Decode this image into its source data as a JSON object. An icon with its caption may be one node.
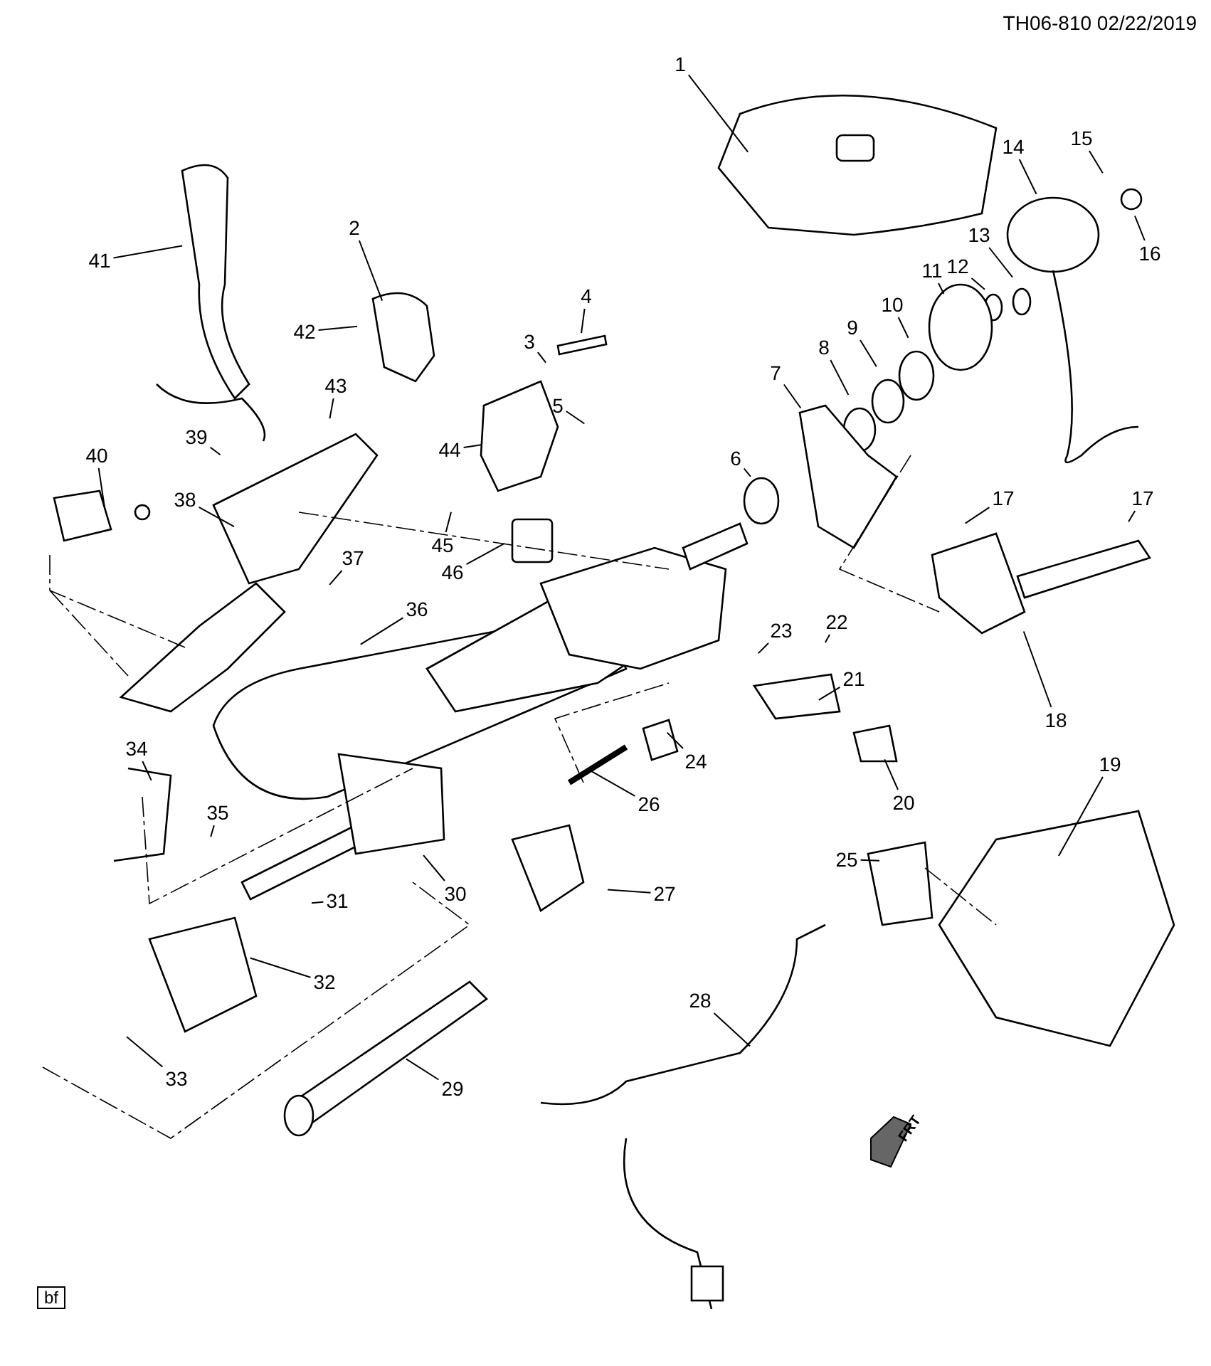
{
  "diagram": {
    "nodes": [
      {
        "text": [
          "1"
        ]
      },
      {
        "text": [
          "2"
        ]
      },
      {
        "text": [
          "3"
        ]
      },
      {
        "text": [
          "4"
        ]
      },
      {
        "text": [
          "5"
        ]
      },
      {
        "text": [
          "6"
        ]
      },
      {
        "text": [
          "7"
        ]
      },
      {
        "text": [
          "8"
        ]
      },
      {
        "text": [
          "9"
        ]
      },
      {
        "text": [
          "10"
        ]
      },
      {
        "text": [
          "11"
        ]
      },
      {
        "text": [
          "12"
        ]
      },
      {
        "text": [
          "13"
        ]
      },
      {
        "text": [
          "14"
        ]
      },
      {
        "text": [
          "15"
        ]
      },
      {
        "text": [
          "16"
        ]
      },
      {
        "text": [
          "17"
        ]
      },
      {
        "text": [
          "17"
        ]
      },
      {
        "text": [
          "18"
        ]
      },
      {
        "text": [
          "19"
        ]
      },
      {
        "text": [
          "20"
        ]
      },
      {
        "text": [
          "21"
        ]
      },
      {
        "text": [
          "22"
        ]
      },
      {
        "text": [
          "23"
        ]
      },
      {
        "text": [
          "24"
        ]
      },
      {
        "text": [
          "25"
        ]
      },
      {
        "text": [
          "26"
        ]
      },
      {
        "text": [
          "27"
        ]
      },
      {
        "text": [
          "28"
        ]
      },
      {
        "text": [
          "29"
        ]
      },
      {
        "text": [
          "30"
        ]
      },
      {
        "text": [
          "31"
        ]
      },
      {
        "text": [
          "32"
        ]
      },
      {
        "text": [
          "33"
        ]
      },
      {
        "text": [
          "34"
        ]
      },
      {
        "text": [
          "35"
        ]
      },
      {
        "text": [
          "36"
        ]
      },
      {
        "text": [
          "37"
        ]
      },
      {
        "text": [
          "38"
        ]
      },
      {
        "text": [
          "39"
        ]
      },
      {
        "text": [
          "40"
        ]
      },
      {
        "text": [
          "41"
        ]
      },
      {
        "text": [
          "42"
        ]
      },
      {
        "text": [
          "43"
        ]
      },
      {
        "text": [
          "44"
        ]
      },
      {
        "text": [
          "45"
        ]
      },
      {
        "text": [
          "46"
        ]
      }
    ],
    "edges": [
      {
        "from": 0,
        "to": null,
        "arrow": "none"
      },
      {
        "from": 1,
        "to": null,
        "arrow": "none"
      },
      {
        "from": 2,
        "to": null,
        "arrow": "none"
      },
      {
        "from": 3,
        "to": null,
        "arrow": "none"
      },
      {
        "from": 4,
        "to": null,
        "arrow": "none"
      },
      {
        "from": 5,
        "to": null,
        "arrow": "none"
      },
      {
        "from": 6,
        "to": null,
        "arrow": "none"
      },
      {
        "from": 7,
        "to": null,
        "arrow": "none"
      },
      {
        "from": 8,
        "to": null,
        "arrow": "none"
      },
      {
        "from": 9,
        "to": null,
        "arrow": "none"
      },
      {
        "from": 10,
        "to": null,
        "arrow": "none"
      },
      {
        "from": 11,
        "to": null,
        "arrow": "none"
      },
      {
        "from": 12,
        "to": null,
        "arrow": "none"
      },
      {
        "from": 13,
        "to": null,
        "arrow": "none"
      },
      {
        "from": 14,
        "to": null,
        "arrow": "none"
      },
      {
        "from": 15,
        "to": null,
        "arrow": "none"
      },
      {
        "from": 16,
        "to": null,
        "arrow": "none"
      },
      {
        "from": 17,
        "to": null,
        "arrow": "none"
      },
      {
        "from": 18,
        "to": null,
        "arrow": "none"
      },
      {
        "from": 19,
        "to": null,
        "arrow": "none"
      },
      {
        "from": 20,
        "to": null,
        "arrow": "none"
      },
      {
        "from": 21,
        "to": null,
        "arrow": "none"
      },
      {
        "from": 22,
        "to": null,
        "arrow": "none"
      },
      {
        "from": 23,
        "to": null,
        "arrow": "none"
      },
      {
        "from": 24,
        "to": null,
        "arrow": "none"
      },
      {
        "from": 25,
        "to": null,
        "arrow": "none"
      },
      {
        "from": 26,
        "to": null,
        "arrow": "none"
      },
      {
        "from": 27,
        "to": null,
        "arrow": "none"
      },
      {
        "from": 28,
        "to": null,
        "arrow": "none"
      },
      {
        "from": 29,
        "to": null,
        "arrow": "none"
      },
      {
        "from": 30,
        "to": null,
        "arrow": "none"
      },
      {
        "from": 31,
        "to": null,
        "arrow": "none"
      },
      {
        "from": 32,
        "to": null,
        "arrow": "none"
      },
      {
        "from": 33,
        "to": null,
        "arrow": "none"
      },
      {
        "from": 34,
        "to": null,
        "arrow": "none"
      },
      {
        "from": 35,
        "to": null,
        "arrow": "none"
      },
      {
        "from": 36,
        "to": null,
        "arrow": "none"
      },
      {
        "from": 37,
        "to": null,
        "arrow": "none"
      },
      {
        "from": 38,
        "to": null,
        "arrow": "none"
      },
      {
        "from": 39,
        "to": null,
        "arrow": "none"
      },
      {
        "from": 40,
        "to": null,
        "arrow": "none"
      },
      {
        "from": 41,
        "to": null,
        "arrow": "none"
      },
      {
        "from": 42,
        "to": null,
        "arrow": "none"
      },
      {
        "from": 43,
        "to": null,
        "arrow": "none"
      },
      {
        "from": 44,
        "to": null,
        "arrow": "none"
      },
      {
        "from": 45,
        "to": null,
        "arrow": "none"
      },
      {
        "from": 46,
        "to": null,
        "arrow": "none"
      }
    ],
    "labels": [
      "TH06-810  02/22/2019",
      "bf",
      "FRT"
    ]
  }
}
